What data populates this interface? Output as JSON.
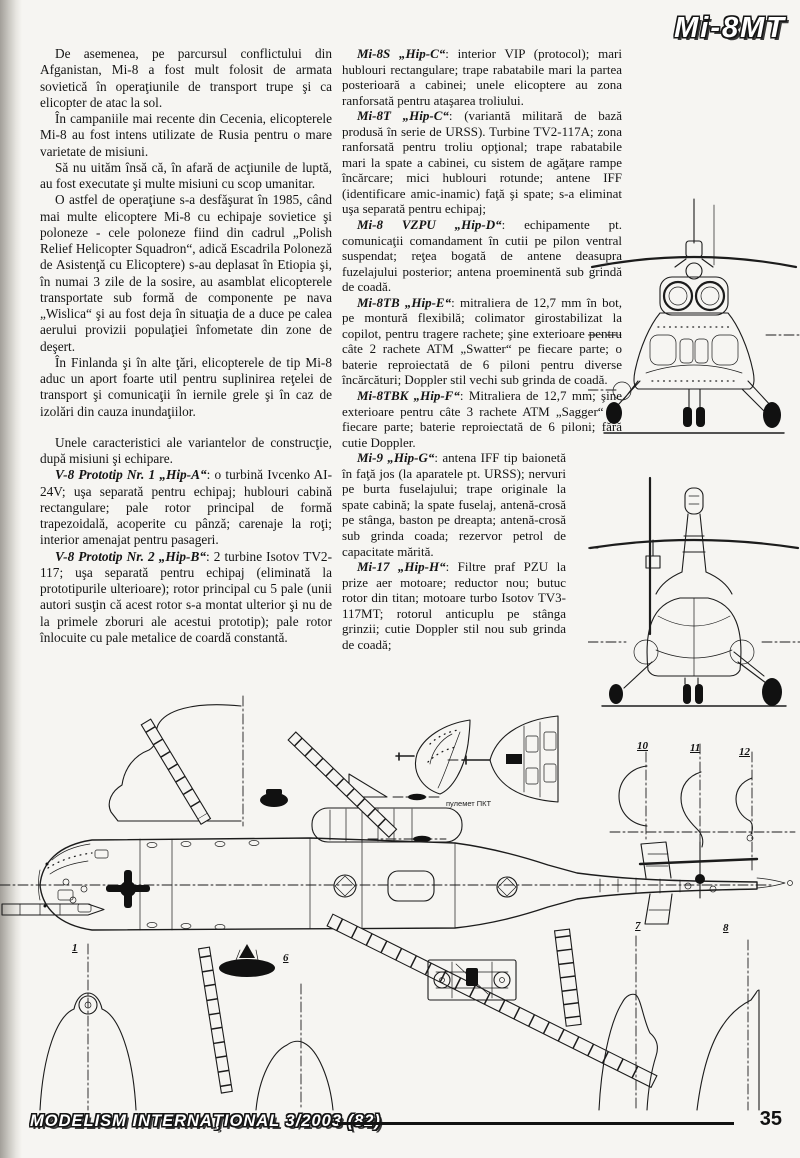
{
  "page": {
    "title": "Mi-8MT",
    "footer": "MODELISM INTERNAŢIONAL 3/2003 (82)",
    "page_number": "35"
  },
  "columns": {
    "left": [
      {
        "lead": "",
        "body": "De asemenea, pe parcursul conflictului din Afganistan, Mi-8 a fost mult folosit de armata sovietică în operaţiunile de transport trupe şi ca elicopter de atac la sol."
      },
      {
        "lead": "",
        "body": "În campaniile mai recente din Cecenia, elicopterele Mi-8 au fost intens utilizate de Rusia pentru o mare varietate de misiuni."
      },
      {
        "lead": "",
        "body": "Să nu uităm însă că, în afară de acţiunile de luptă, au fost executate şi multe misiuni cu scop umanitar."
      },
      {
        "lead": "",
        "body": "O astfel de operaţiune s-a desfăşurat în 1985, când mai multe elicoptere Mi-8 cu echipaje sovietice şi poloneze - cele poloneze fiind din cadrul „Polish Relief Helicopter Squadron“, adică Escadrila Poloneză de Asistenţă cu Elicoptere) s-au deplasat în Etiopia şi, în numai 3 zile de la sosire, au asamblat elicopterele transportate sub formă de componente pe nava „Wislica“ şi au fost deja în situaţia de a duce pe calea aerului provizii populaţiei înfometate din zone de deşert."
      },
      {
        "lead": "",
        "body": "În Finlanda şi în alte ţări, elicopterele de tip Mi-8 aduc un aport foarte util pentru suplinirea reţelei de transport şi comunicaţii în iernile grele şi în caz de izolări din cauza inundaţiilor."
      },
      {
        "lead": "",
        "body": "Unele caracteristici ale variantelor de construcţie, după misiuni şi echipare."
      },
      {
        "lead": "V-8 Prototip Nr. 1 „Hip-A“",
        "body": ": o turbină Ivcenko AI-24V; uşa separată pentru echipaj; hublouri cabină rectangulare; pale rotor principal de formă trapezoidală, acoperite cu pânză; carenaje la roţi; interior amenajat pentru pasageri."
      },
      {
        "lead": "V-8 Prototip Nr. 2 „Hip-B“",
        "body": ": 2 turbine Isotov TV2-117; uşa separată pentru echipaj (eliminată la prototipurile ulterioare); rotor principal cu 5 pale (unii autori susţin că acest rotor s-a montat ulterior şi nu de la primele zboruri ale acestui prototip); pale rotor înlocuite cu pale metalice de coardă constantă."
      }
    ],
    "right": [
      {
        "lead": "Mi-8S „Hip-C“",
        "body": ": interior VIP (protocol); mari hublouri rectangulare; trape rabatabile mari la partea posterioară a cabinei; unele elicoptere au zona ranforsată pentru ataşarea troliului."
      },
      {
        "lead": "Mi-8T „Hip-C“",
        "body": ": (variantă militară de bază produsă în serie de URSS). Turbine TV2-117A; zona ranforsată pentru troliu opţional; trape rabatabile mari la spate a cabinei, cu sistem de agăţare rampe încărcare; mici hublouri rotunde; antene IFF (identificare amic-inamic) faţă şi spate; s-a eliminat uşa separată pentru echipaj;"
      },
      {
        "lead": "Mi-8 VZPU „Hip-D“",
        "body": ": echipamente pt. comunicaţii comandament în cutii pe pilon ventral suspendat; reţea bogată de antene deasupra fuzelajului posterior; antena proeminentă sub grindă de coadă."
      },
      {
        "lead": "Mi-8TB „Hip-E“",
        "body": ": mitraliera de 12,7 mm în bot, pe montură flexibilă; colimator girostabilizat la copilot, pentru tragere rachete; şine exterioare pentru câte 2 rachete ATM „Swatter“ pe fiecare parte; o baterie reproiectată de 6 piloni pentru diverse încărcături; Doppler stil vechi sub grinda de coadă."
      },
      {
        "lead": "Mi-8TBK „Hip-F“",
        "body": ": Mitraliera de 12,7 mm; şine exterioare pentru câte 3 rachete ATM „Sagger“ pe fiecare parte; baterie reproiectată de 6 piloni; fără cutie Doppler."
      },
      {
        "lead": "Mi-9 „Hip-G“",
        "body": ": antena IFF tip baionetă în faţă jos (la aparatele pt. URSS); nervuri pe burta fuselajului; trape originale la spate cabină; la spate fuselaj, antenă-crosă pe stânga, baston pe dreapta; antenă-crosă sub grinda coada; rezervor petrol de capacitate mărită."
      },
      {
        "lead": "Mi-17 „Hip-H“",
        "body": ": Filtre praf PZU la prize aer motoare; reductor nou; butuc rotor din titan; motoare turbo Isotov TV3-117MT; rotorul anticuplu pe stânga grinzii; cutie Doppler stil nou sub grinda de coadă;"
      }
    ]
  },
  "drawing_labels": {
    "gun_label": "пулемет ПКТ",
    "sections": [
      "1",
      "6",
      "7",
      "8",
      "10",
      "11",
      "12"
    ]
  }
}
